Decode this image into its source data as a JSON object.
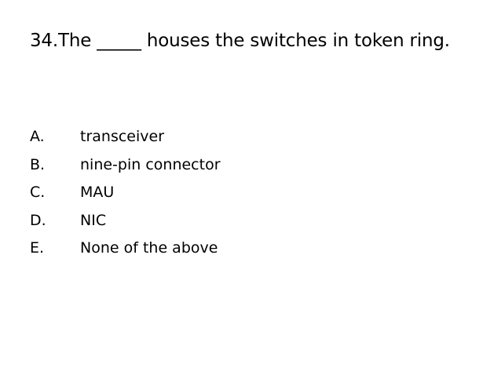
{
  "slide": {
    "question": "34.The _____ houses the switches in token ring.",
    "options": [
      {
        "letter": "A.",
        "text": "transceiver"
      },
      {
        "letter": "B.",
        "text": "nine-pin connector"
      },
      {
        "letter": "C.",
        "text": "MAU"
      },
      {
        "letter": "D.",
        "text": "NIC"
      },
      {
        "letter": "E.",
        "text": "None of the above"
      }
    ]
  }
}
